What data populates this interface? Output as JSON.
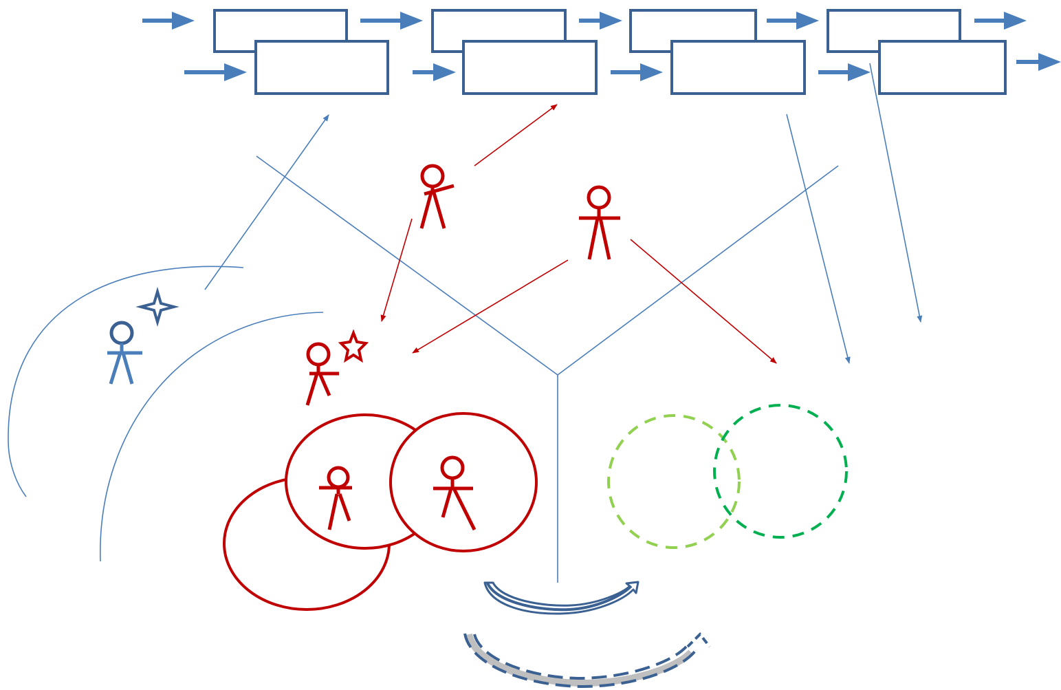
{
  "diagram": {
    "colors": {
      "dark_blue": "#3b6192",
      "light_blue": "#4a7ebb",
      "red": "#c00000",
      "light_green": "#92d050",
      "green": "#00b050",
      "gray": "#bfbfbf"
    },
    "process_boxes": {
      "count": 8,
      "label": ""
    },
    "actors": [
      {
        "name": "blue-actor",
        "color": "light_blue",
        "badge": "four-point-star-icon"
      },
      {
        "name": "red-actor-top",
        "color": "red"
      },
      {
        "name": "red-actor-mid",
        "color": "red"
      },
      {
        "name": "red-actor-target",
        "color": "red",
        "badge": "star-icon"
      },
      {
        "name": "red-actor-in-circle-1",
        "color": "red"
      },
      {
        "name": "red-actor-in-circle-2",
        "color": "red"
      }
    ],
    "groups": [
      {
        "name": "red-ellipse-group",
        "style": "solid",
        "color": "red",
        "count": 3
      },
      {
        "name": "green-dashed-group",
        "style": "dashed",
        "color": "green",
        "count": 2
      }
    ],
    "curved_arrows": [
      {
        "name": "solid-curved-arrow",
        "style": "solid"
      },
      {
        "name": "dashed-curved-arrow",
        "style": "dashed"
      }
    ]
  }
}
